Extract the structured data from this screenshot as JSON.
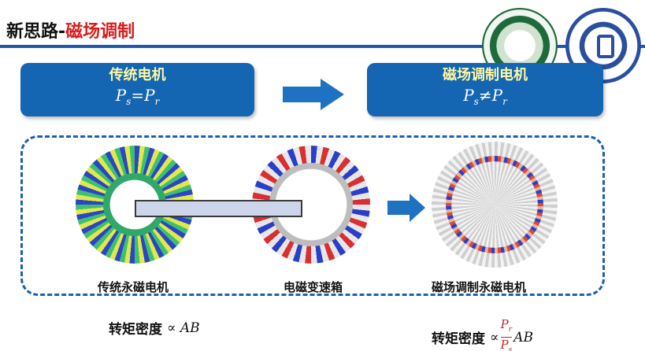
{
  "header": {
    "title_prefix": "新思路-",
    "title_accent": "磁场调制"
  },
  "left_box": {
    "title": "传统电机",
    "formula_lhs": "P",
    "formula_lhs_sub": "s",
    "formula_op": "=",
    "formula_rhs": "P",
    "formula_rhs_sub": "r"
  },
  "right_box": {
    "title": "磁场调制电机",
    "formula_lhs": "P",
    "formula_lhs_sub": "s",
    "formula_op": "≠",
    "formula_rhs": "P",
    "formula_rhs_sub": "r"
  },
  "diagram": {
    "captions": [
      "传统永磁电机",
      "电磁变速箱",
      "磁场调制永磁电机"
    ]
  },
  "formulas": {
    "left_label": "转矩密度",
    "left_expr": "∝ AB",
    "right_label": "转矩密度",
    "right_prop": "∝",
    "right_num": "P",
    "right_num_sub": "r",
    "right_den": "P",
    "right_den_sub": "s",
    "right_tail": "AB"
  },
  "colors": {
    "header_rule": "#1f5aa8",
    "accent_red": "#d81c1c",
    "box_blue": "#1465b2",
    "box_title_yellow": "#fff8a0",
    "dashed_border": "#1d5fb0",
    "arrow_blue": "#1d73c2"
  },
  "icons": [
    "university-logo-green-icon",
    "university-logo-blue-icon",
    "right-arrow-icon"
  ]
}
